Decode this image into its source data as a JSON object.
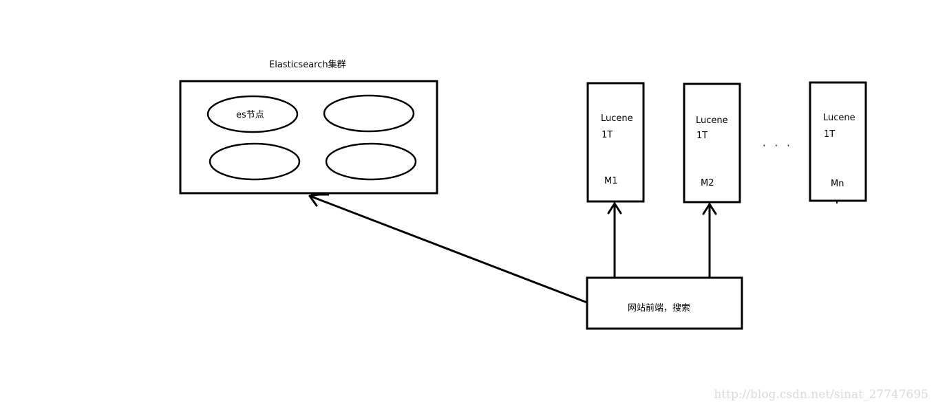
{
  "cluster": {
    "title": "Elasticsearch集群",
    "node_label": "es节点"
  },
  "machines": [
    {
      "engine": "Lucene",
      "size": "1T",
      "name": "M1"
    },
    {
      "engine": "Lucene",
      "size": "1T",
      "name": "M2"
    },
    {
      "engine": "Lucene",
      "size": "1T",
      "name": "Mn"
    }
  ],
  "ellipsis": "· · ·",
  "frontend": {
    "label": "网站前端，搜索"
  },
  "watermark": "http://blog.csdn.net/sinat_27747695"
}
